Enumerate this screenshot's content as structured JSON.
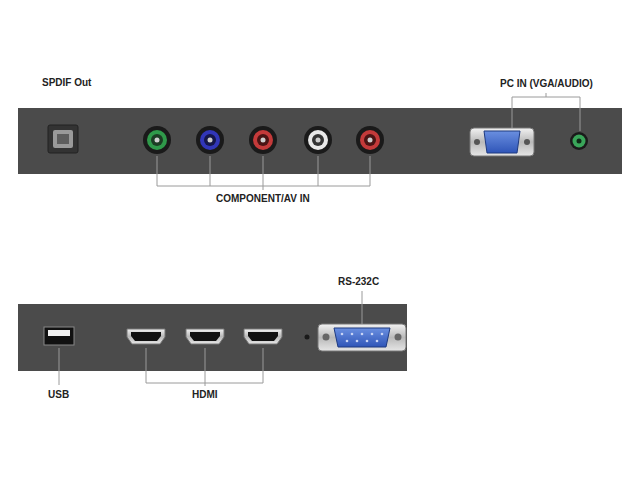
{
  "diagram": {
    "labels": [
      "SPDIF Out",
      "PC IN (VGA/AUDIO)",
      "COMPONENT/AV IN",
      "RS-232C",
      "USB",
      "HDMI"
    ]
  }
}
